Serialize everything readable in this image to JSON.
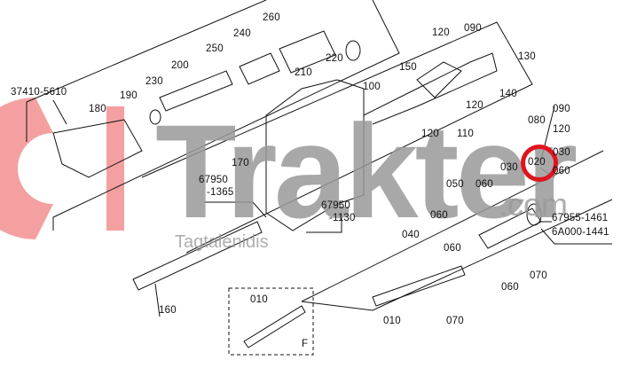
{
  "watermark": {
    "brand": "Trakter",
    "domain": ".com",
    "subtitle": "Tagtalenidis",
    "color": "#9a9a9a",
    "logo_color": "#f08080"
  },
  "highlight": {
    "label": "020",
    "color": "#e0141e"
  },
  "labels": {
    "p37410": "37410-5610",
    "p180": "180",
    "p190": "190",
    "p230": "230",
    "p200": "200",
    "p250": "250",
    "p240": "240",
    "p260": "260",
    "p210": "210",
    "p220": "220",
    "p120a": "120",
    "p090a": "090",
    "p130": "130",
    "p150": "150",
    "p100": "100",
    "p140": "140",
    "p120b": "120",
    "p120c": "120",
    "p110": "110",
    "p080": "080",
    "p090b": "090",
    "p120d": "120",
    "p030a": "030",
    "p020": "020",
    "p060a": "060",
    "p030b": "030",
    "p170": "170",
    "p67950a1": "67950",
    "p67950a2": "-1365",
    "p67950b1": "67950",
    "p67950b2": "-1130",
    "p050": "050",
    "p060b": "060",
    "p060c": "060",
    "p040": "040",
    "p060d": "060",
    "p060e": "060",
    "p070a": "070",
    "p070b": "070",
    "p010a": "010",
    "p160": "160",
    "p67955": "67955-1461",
    "p6a000": "6A000-1441",
    "p010b": "010",
    "pF": "F"
  }
}
